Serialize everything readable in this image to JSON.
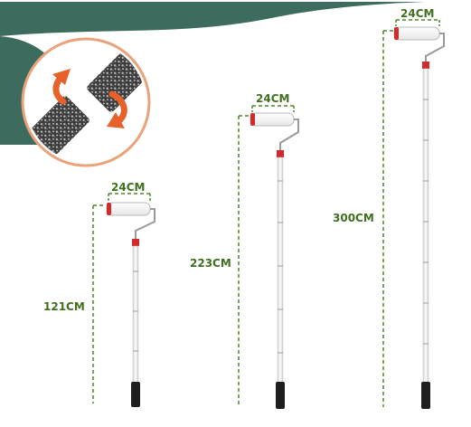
{
  "colors": {
    "banner": "#3d6b5e",
    "dimension": "#4a8a2a",
    "handle": "#1e1e1e",
    "collar": "#d22a2a",
    "arrow": "#e8602a",
    "inset_ring": "#e9a27a"
  },
  "inset": {
    "icon": "twist-lock-joint-icon"
  },
  "rollers": [
    {
      "width_label": "24CM",
      "height_label": "121CM"
    },
    {
      "width_label": "24CM",
      "height_label": "223CM"
    },
    {
      "width_label": "24CM",
      "height_label": "300CM"
    }
  ]
}
